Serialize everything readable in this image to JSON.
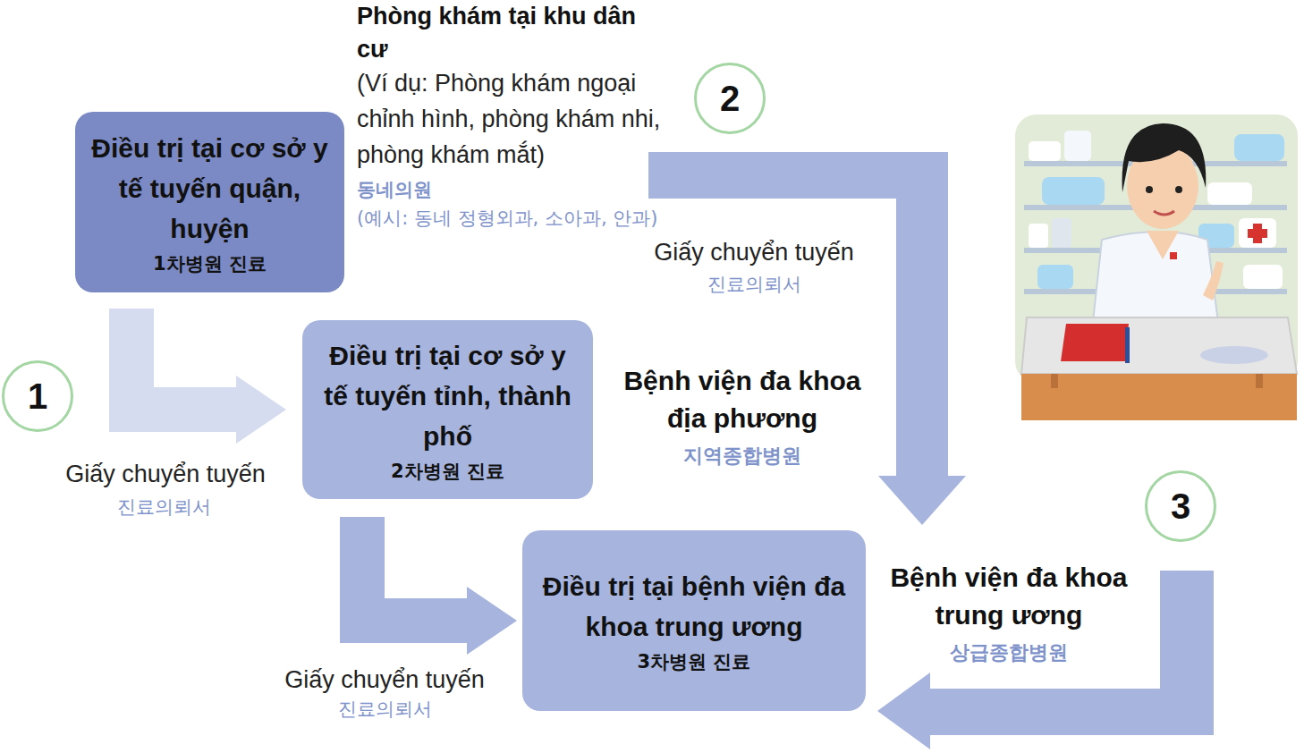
{
  "diagram": {
    "nodes": [
      {
        "text": [
          "Điều trị tại cơ sở y tế tuyến quận, huyện",
          "1차병원 진료"
        ]
      },
      {
        "text": [
          "Điều trị tại cơ sở y tế tuyến tỉnh, thành phố",
          "2차병원 진료"
        ]
      },
      {
        "text": [
          "Điều trị tại bệnh viện đa khoa trung ương",
          "3차병원 진료"
        ]
      },
      {
        "text": [
          "1"
        ]
      },
      {
        "text": [
          "2"
        ]
      },
      {
        "text": [
          "3"
        ]
      }
    ],
    "edges": [
      {
        "from": 0,
        "to": 1,
        "arrow": "to",
        "label": "Giấy chuyển tuyến"
      },
      {
        "from": 1,
        "to": 2,
        "arrow": "to",
        "label": "Giấy chuyển tuyến"
      }
    ],
    "labels": [
      "Phòng khám tại khu dân cư",
      "(Ví dụ: Phòng khám ngoại chỉnh hình, phòng khám nhi, phòng khám mắt)",
      "동네의원",
      "(예시: 동네 정형외과, 소아과, 안과)",
      "Giấy chuyển tuyến",
      "진료의뢰서",
      "Bệnh viện đa khoa địa phương",
      "지역종합병원",
      "Bệnh viện đa khoa trung ương",
      "상급종합병원",
      "진료의뢰서",
      "진료의뢰서"
    ]
  }
}
